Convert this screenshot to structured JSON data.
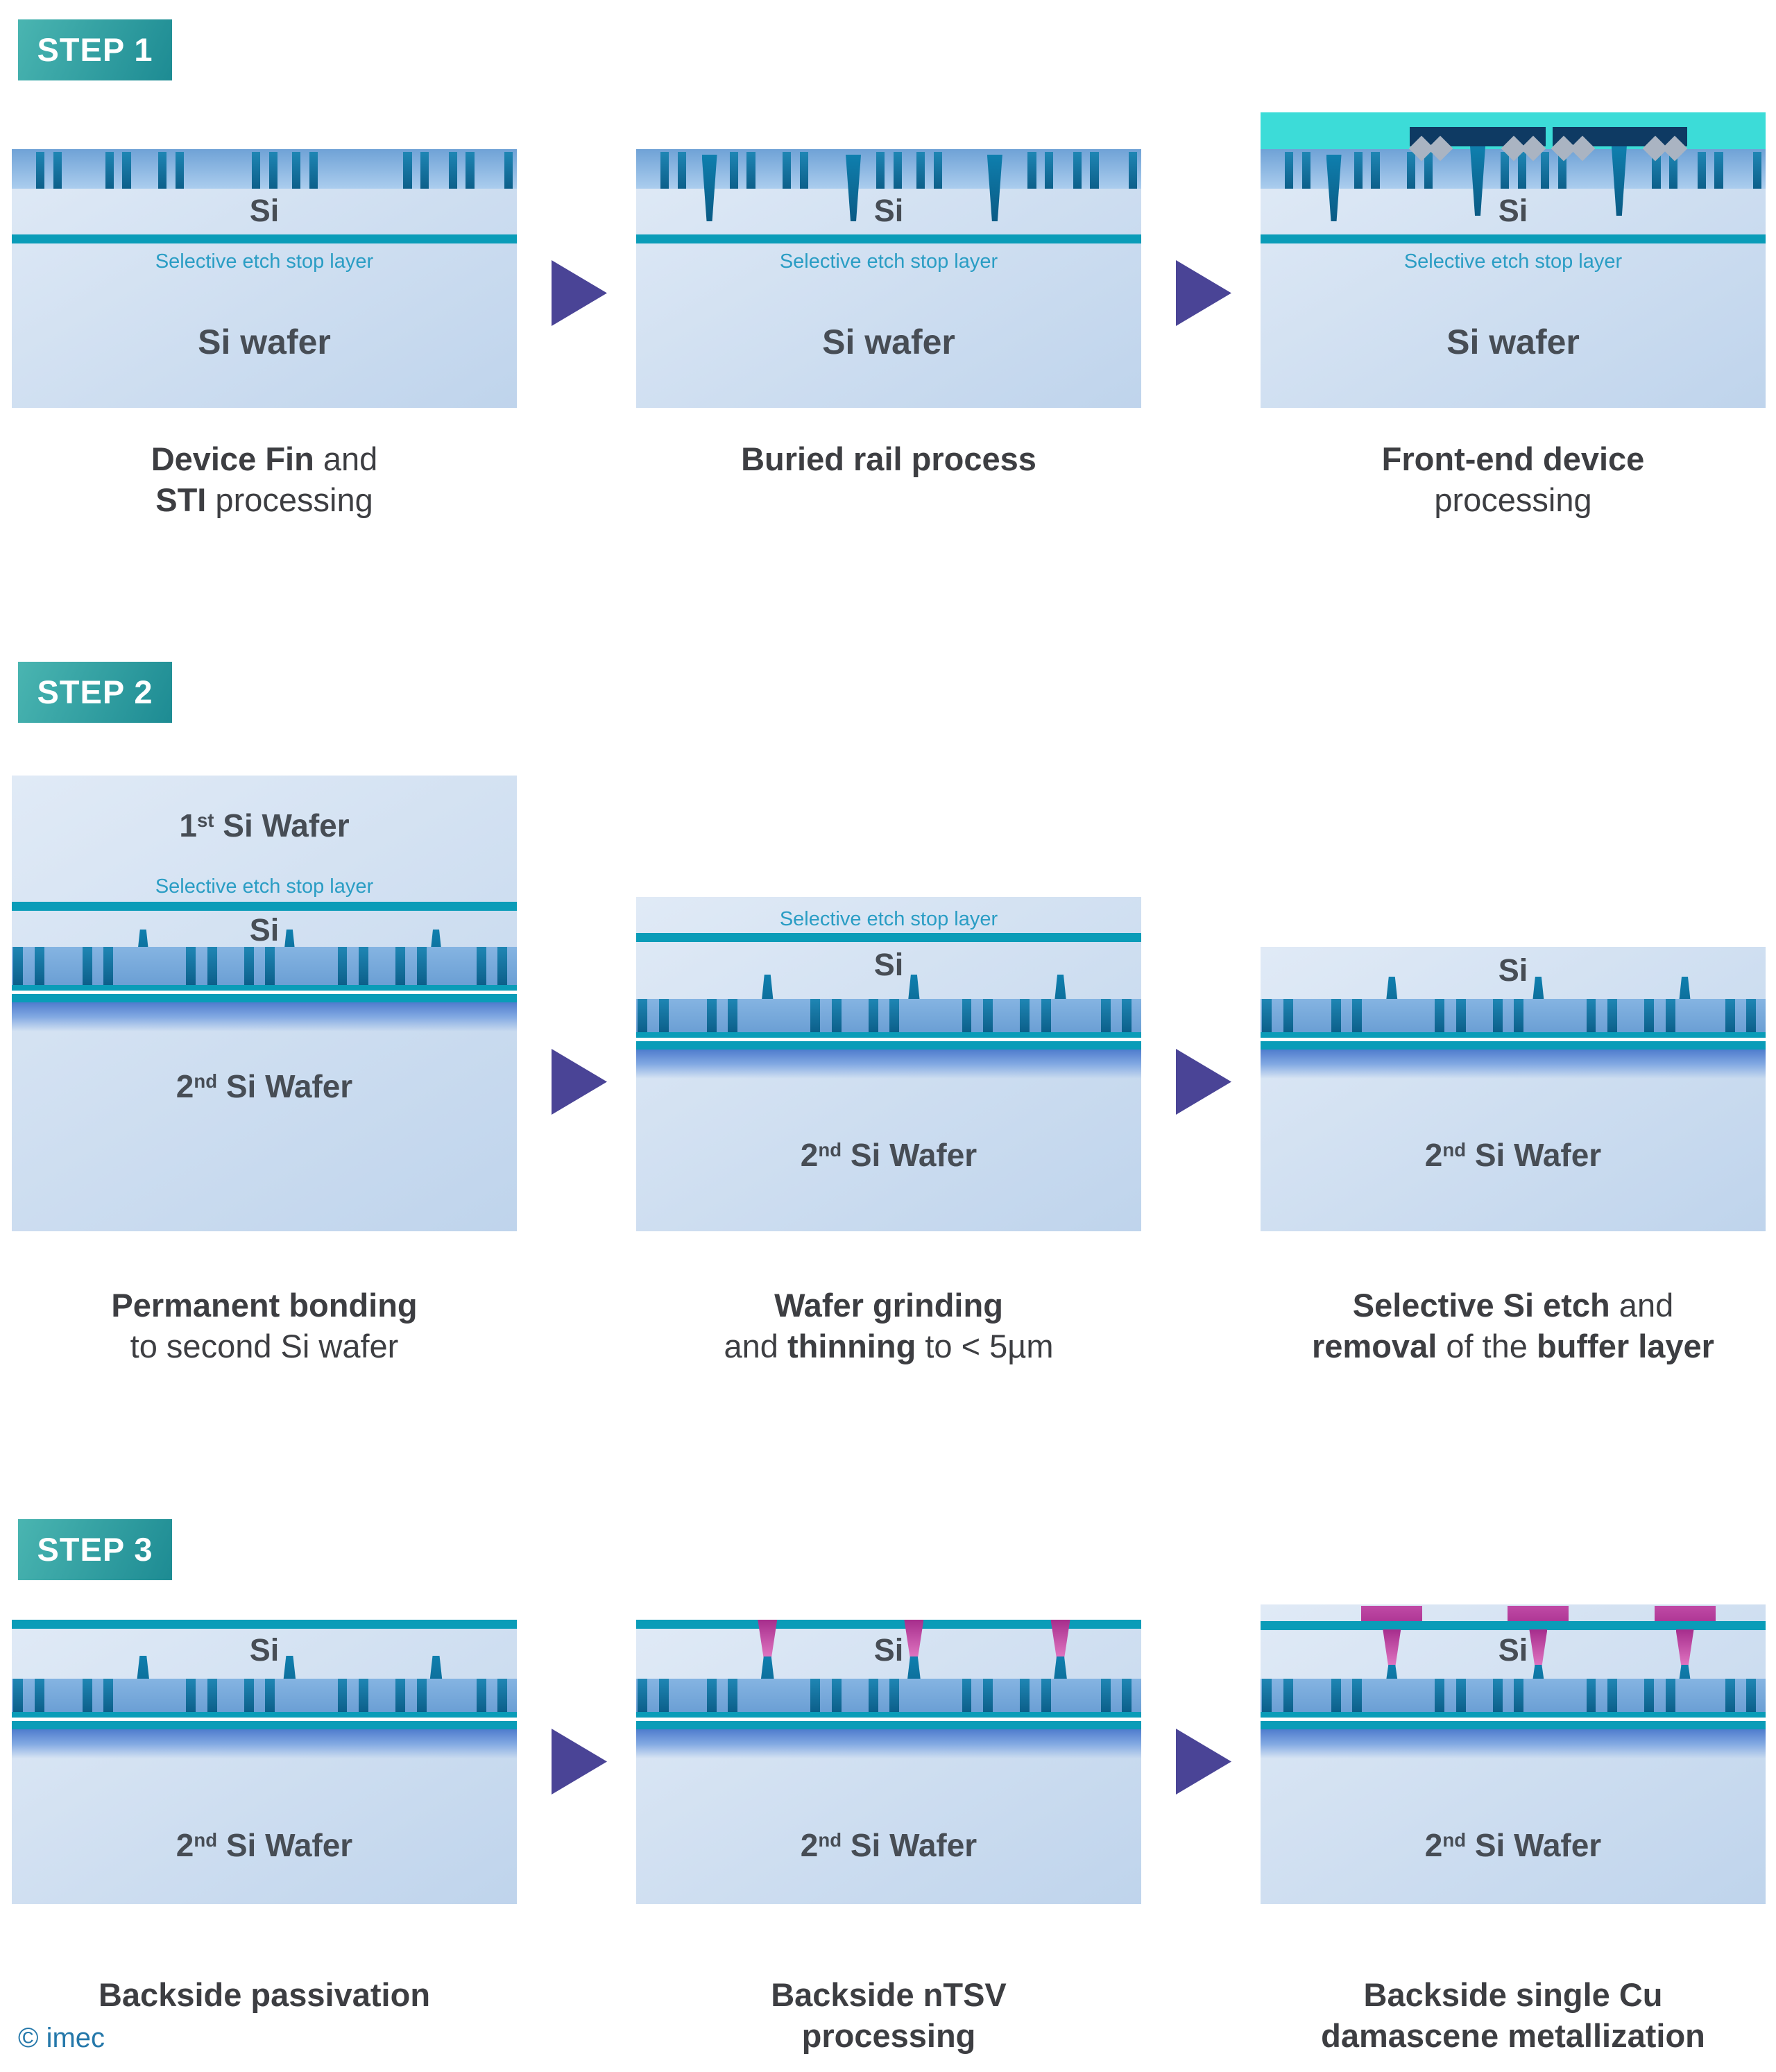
{
  "steps": [
    {
      "badge": "STEP 1",
      "panels": [
        {
          "si": "Si",
          "etch": "Selective etch stop layer",
          "wafer": "Si wafer",
          "caption": [
            [
              {
                "t": "Device Fin",
                "b": true
              },
              {
                "t": " and"
              }
            ],
            [
              {
                "t": "STI",
                "b": true
              },
              {
                "t": " processing"
              }
            ]
          ]
        },
        {
          "si": "Si",
          "etch": "Selective etch stop layer",
          "wafer": "Si wafer",
          "caption": [
            [
              {
                "t": "Buried rail process",
                "b": true
              }
            ]
          ]
        },
        {
          "si": "Si",
          "etch": "Selective etch stop layer",
          "wafer": "Si wafer",
          "caption": [
            [
              {
                "t": "Front-end device",
                "b": true
              }
            ],
            [
              {
                "t": "processing"
              }
            ]
          ]
        }
      ]
    },
    {
      "badge": "STEP 2",
      "panels": [
        {
          "wafer1": [
            {
              "t": "1"
            },
            {
              "t": "st",
              "sup": true
            },
            {
              "t": " Si Wafer"
            }
          ],
          "etch": "Selective etch stop layer",
          "si": "Si",
          "wafer2": [
            {
              "t": "2"
            },
            {
              "t": "nd",
              "sup": true
            },
            {
              "t": " Si Wafer"
            }
          ],
          "caption": [
            [
              {
                "t": "Permanent bonding",
                "b": true
              }
            ],
            [
              {
                "t": "to second Si wafer"
              }
            ]
          ]
        },
        {
          "etch": "Selective etch stop layer",
          "si": "Si",
          "wafer2": [
            {
              "t": "2"
            },
            {
              "t": "nd",
              "sup": true
            },
            {
              "t": " Si Wafer"
            }
          ],
          "caption": [
            [
              {
                "t": "Wafer grinding",
                "b": true
              }
            ],
            [
              {
                "t": "and "
              },
              {
                "t": "thinning",
                "b": true
              },
              {
                "t": " to < 5µm"
              }
            ]
          ]
        },
        {
          "si": "Si",
          "wafer2": [
            {
              "t": "2"
            },
            {
              "t": "nd",
              "sup": true
            },
            {
              "t": " Si Wafer"
            }
          ],
          "caption": [
            [
              {
                "t": "Selective Si etch",
                "b": true
              },
              {
                "t": " and"
              }
            ],
            [
              {
                "t": "removal",
                "b": true
              },
              {
                "t": " of the "
              },
              {
                "t": "buffer layer",
                "b": true
              }
            ]
          ]
        }
      ]
    },
    {
      "badge": "STEP 3",
      "panels": [
        {
          "si": "Si",
          "wafer2": [
            {
              "t": "2"
            },
            {
              "t": "nd",
              "sup": true
            },
            {
              "t": " Si Wafer"
            }
          ],
          "caption": [
            [
              {
                "t": "Backside passivation",
                "b": true
              }
            ]
          ]
        },
        {
          "si": "Si",
          "wafer2": [
            {
              "t": "2"
            },
            {
              "t": "nd",
              "sup": true
            },
            {
              "t": " Si Wafer"
            }
          ],
          "caption": [
            [
              {
                "t": "Backside nTSV",
                "b": true
              }
            ],
            [
              {
                "t": "processing",
                "b": true
              }
            ]
          ]
        },
        {
          "si": "Si",
          "wafer2": [
            {
              "t": "2"
            },
            {
              "t": "nd",
              "sup": true
            },
            {
              "t": " Si Wafer"
            }
          ],
          "caption": [
            [
              {
                "t": "Backside single Cu",
                "b": true
              }
            ],
            [
              {
                "t": "damascene metallization",
                "b": true
              }
            ]
          ]
        }
      ]
    }
  ],
  "footer": {
    "copyright": "© imec"
  },
  "colors": {
    "badge_gradient": [
      "#4ab5b1",
      "#1d8b93"
    ],
    "arrow": "#4a4496",
    "panel_bg": [
      "#e0eaf6",
      "#bfd4ec"
    ],
    "band_front": [
      "#6fa2d6",
      "#abcdee"
    ],
    "band_flip": [
      "#85b4e2",
      "#6b9fd4"
    ],
    "fin": [
      "#1f86b4",
      "#0c5f8a"
    ],
    "wedge": [
      "#0f7fae",
      "#0a5a84"
    ],
    "etch_line": "#0a9cb8",
    "etch_text": "#2a9dc4",
    "label_text": "#474d55",
    "caption_text": "#3d3e42",
    "cyan_cap": "#3cdcd8",
    "gate_slab": "#0e3a63",
    "diamond": "#aab4c2",
    "bond_blue": "#4f7ccd",
    "tsv_pink": [
      "#a62d8c",
      "#e277c2"
    ],
    "cu_pad": [
      "#c04aa6",
      "#a62d8c"
    ],
    "white": "#ffffff",
    "imec_blue": "#2578aa"
  }
}
